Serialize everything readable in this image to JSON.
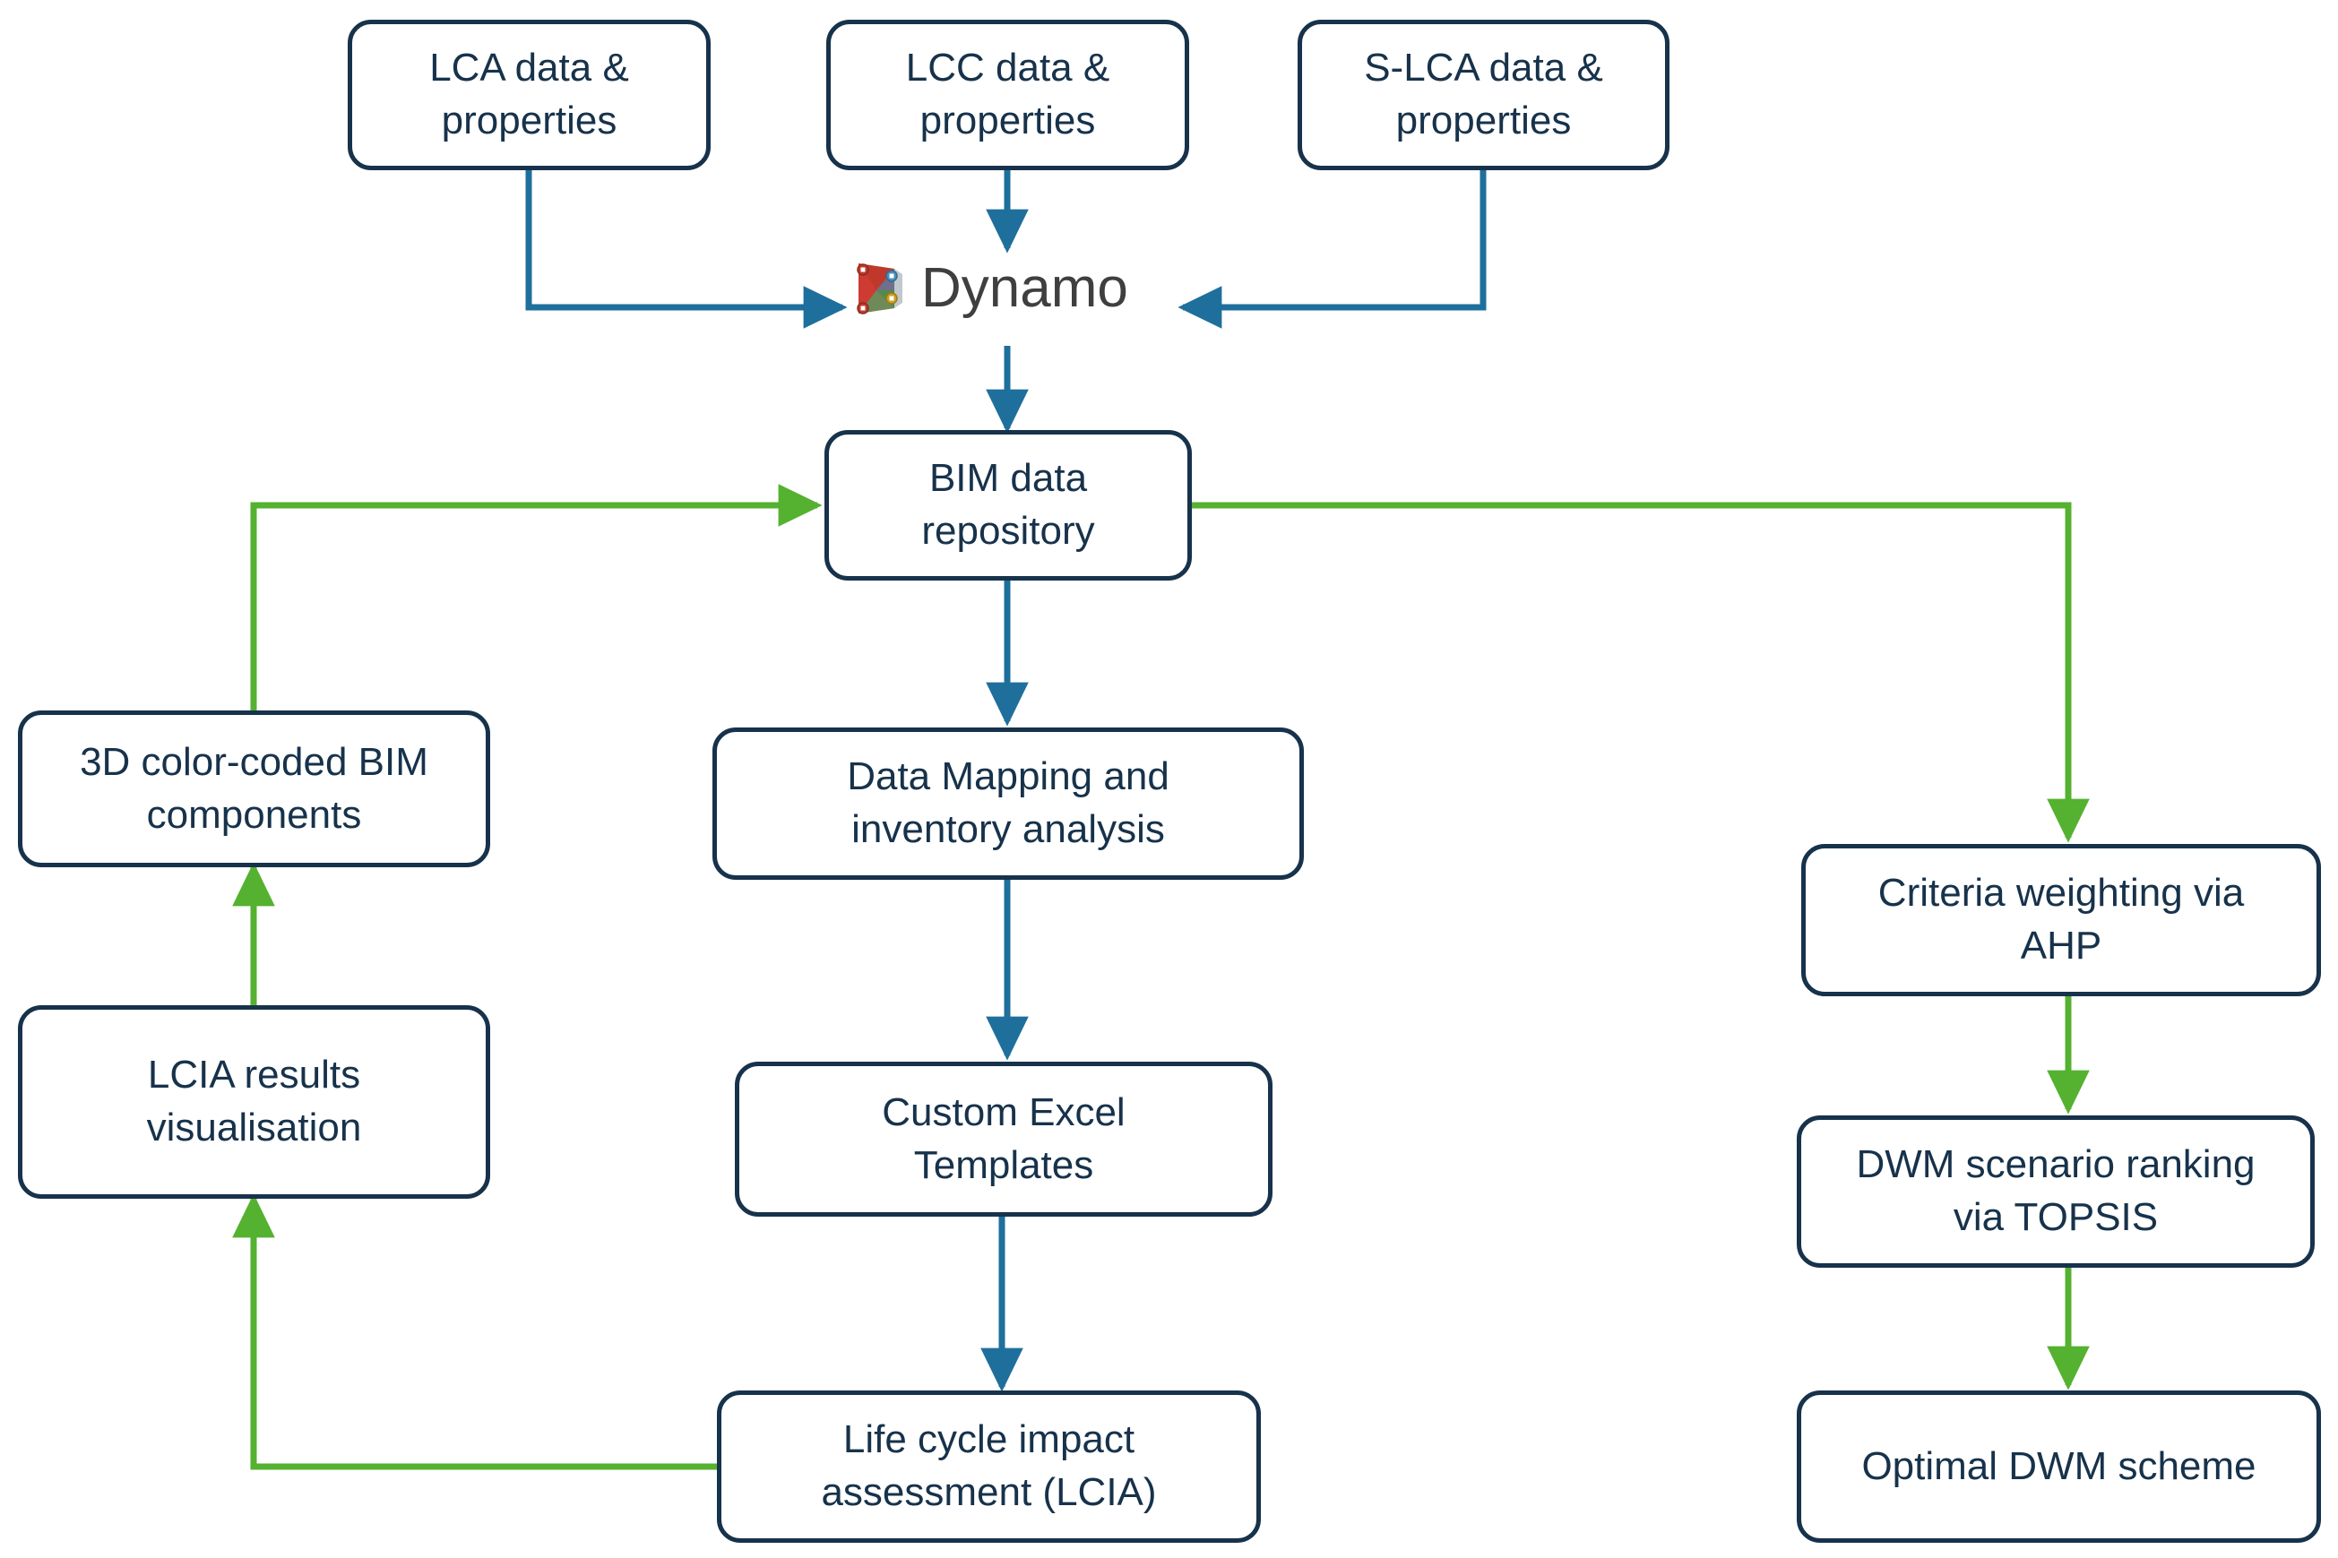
{
  "diagram": {
    "title": "BIM-based LCA/LCC/S-LCA and DWM decision workflow",
    "colors": {
      "node_border": "#17324b",
      "node_text": "#17324b",
      "blue_edge": "#1f6f9c",
      "green_edge": "#55b130",
      "background": "#ffffff",
      "dynamo_text": "#3f3f3f"
    },
    "central_tool": {
      "name": "Dynamo",
      "label": "Dynamo",
      "icon": "dynamo-logo-icon"
    },
    "nodes": [
      {
        "id": "lca-data",
        "label": "LCA data &\nproperties"
      },
      {
        "id": "lcc-data",
        "label": "LCC data &\nproperties"
      },
      {
        "id": "slca-data",
        "label": "S-LCA data &\nproperties"
      },
      {
        "id": "bim-repository",
        "label": "BIM data\nrepository"
      },
      {
        "id": "bim-3d",
        "label": "3D color-coded BIM\ncomponents"
      },
      {
        "id": "data-mapping",
        "label": "Data Mapping and\ninventory analysis"
      },
      {
        "id": "criteria-ahp",
        "label": "Criteria weighting via\nAHP"
      },
      {
        "id": "lcia-vis",
        "label": "LCIA results\nvisualisation"
      },
      {
        "id": "excel-templates",
        "label": "Custom Excel\nTemplates"
      },
      {
        "id": "dwm-topsis",
        "label": "DWM scenario ranking\nvia TOPSIS"
      },
      {
        "id": "lcia",
        "label": "Life cycle impact\nassessment (LCIA)"
      },
      {
        "id": "optimal-dwm",
        "label": "Optimal DWM scheme"
      }
    ],
    "edges": [
      {
        "from": "lca-data",
        "to": "dynamo",
        "color": "blue"
      },
      {
        "from": "lcc-data",
        "to": "dynamo",
        "color": "blue"
      },
      {
        "from": "slca-data",
        "to": "dynamo",
        "color": "blue"
      },
      {
        "from": "dynamo",
        "to": "bim-repository",
        "color": "blue"
      },
      {
        "from": "bim-repository",
        "to": "data-mapping",
        "color": "blue"
      },
      {
        "from": "data-mapping",
        "to": "excel-templates",
        "color": "blue"
      },
      {
        "from": "excel-templates",
        "to": "lcia",
        "color": "blue"
      },
      {
        "from": "lcia",
        "to": "lcia-vis",
        "color": "green"
      },
      {
        "from": "lcia-vis",
        "to": "bim-3d",
        "color": "green"
      },
      {
        "from": "bim-3d",
        "to": "bim-repository",
        "color": "green"
      },
      {
        "from": "bim-repository",
        "to": "criteria-ahp",
        "color": "green"
      },
      {
        "from": "criteria-ahp",
        "to": "dwm-topsis",
        "color": "green"
      },
      {
        "from": "dwm-topsis",
        "to": "optimal-dwm",
        "color": "green"
      }
    ]
  }
}
